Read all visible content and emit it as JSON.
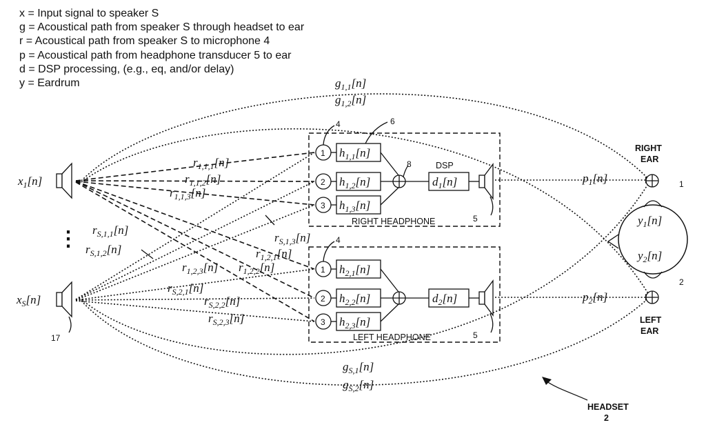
{
  "legend": [
    "x = Input signal to speaker S",
    "g = Acoustical path from speaker S through headset to ear",
    "r = Acoustical path from speaker S to microphone 4",
    "p = Acoustical path from headphone transducer 5 to ear",
    "d = DSP processing, (e.g., eq, and/or delay)",
    "y = Eardrum"
  ],
  "headphones": {
    "right": "RIGHT HEADPHONE",
    "left": "LEFT HEADPHONE",
    "dsp": "DSP"
  },
  "ears": {
    "right_line1": "RIGHT",
    "right_line2": "EAR",
    "left_line1": "LEFT",
    "left_line2": "EAR"
  },
  "headset": {
    "line1": "HEADSET",
    "line2": "2"
  },
  "mic_numbers": [
    "1",
    "2",
    "3",
    "1",
    "2",
    "3"
  ],
  "ref_numbers": {
    "mic_right": "4",
    "mic_left": "4",
    "filter_bank": "6",
    "summer": "8",
    "transducer_right": "5",
    "transducer_left": "5",
    "speaker": "17",
    "ear_right": "1",
    "ear_left": "2"
  },
  "symbols": {
    "x": "x",
    "S": "S",
    "n": "[n]",
    "dots": "⋮"
  }
}
